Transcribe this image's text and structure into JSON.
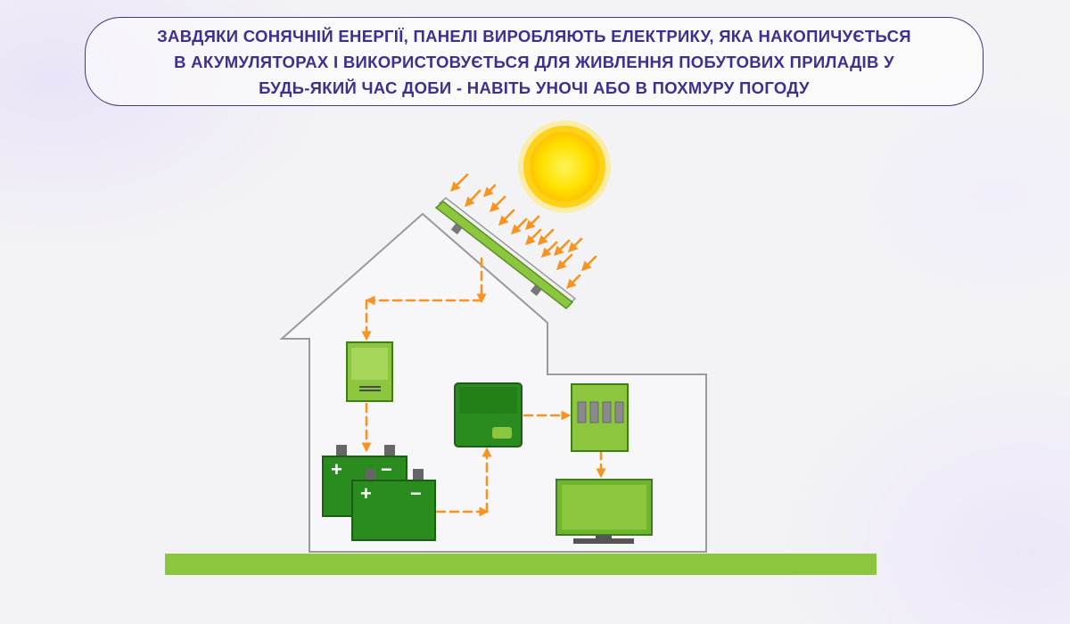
{
  "caption": {
    "line1": "Завдяки сонячній енергії, панелі виробляють електрику, яка накопичується",
    "line2": "в акумуляторах і використовується для живлення побутових приладів у",
    "line3": "будь-який час доби - навіть уночі або в похмуру погоду"
  },
  "battery_signs": {
    "plus": "+",
    "minus": "−"
  },
  "icons": [
    "sun-icon",
    "solar-panel-icon",
    "charge-controller-icon",
    "battery-icon",
    "inverter-icon",
    "distribution-panel-icon",
    "tv-icon"
  ],
  "colors": {
    "caption_text": "#3f2f8f",
    "caption_border": "#3f3a7a",
    "arrow": "#f7931e",
    "ground": "#8cc63f",
    "house_outline": "#999999",
    "dark_green": "#2a8b1f",
    "light_green": "#8cc63f",
    "sun": "#ffd700"
  }
}
